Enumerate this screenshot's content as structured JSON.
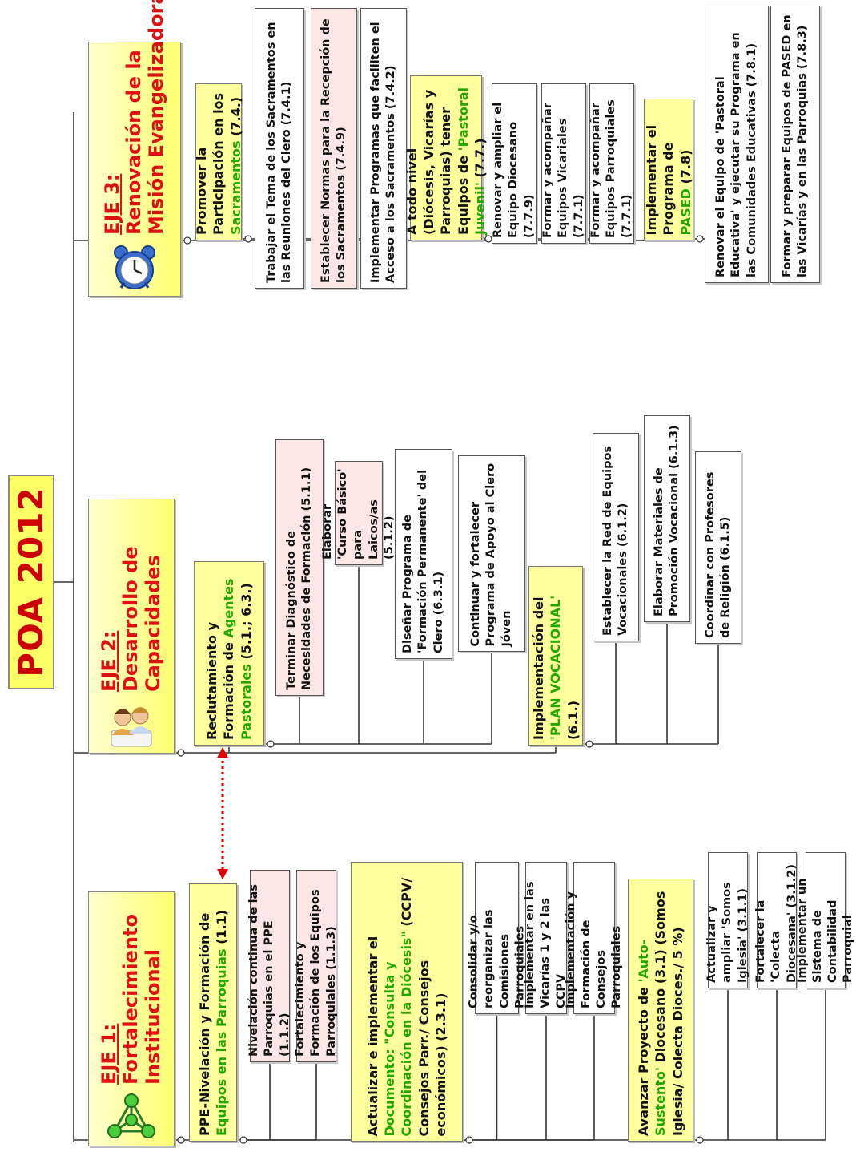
{
  "title": "POA 2012",
  "colors": {
    "title_text": "#cc0000",
    "eje_text": "#dd1111",
    "highlight": "#22a600",
    "sub_fill": "#ffff9e",
    "pink_fill": "#fde6e6"
  },
  "ejes": [
    {
      "label": "EJE 1:",
      "name_lines": [
        "Fortalecimiento",
        "Institucional"
      ],
      "icon": "molecule-icon",
      "objectives": [
        {
          "parts": [
            {
              "t": "PPE-Nivelación y Formación de "
            },
            {
              "t": "Equipos en las Parroquias",
              "g": true
            },
            {
              "t": " (1.1)"
            }
          ],
          "actions": [
            {
              "text": "Nivelación continua de las Parroquias en el PPE (1.1.2)",
              "pink": true
            },
            {
              "text": "Fortalecimiento y Formación de los Equipos Parroquiales (1.1.3)",
              "pink": true
            }
          ]
        },
        {
          "parts": [
            {
              "t": "Actualizar e implementar el "
            },
            {
              "t": "Documento: \"Consulta y Coordinación en la Diócesis\"",
              "g": true
            },
            {
              "t": " (CCPV/ Consejos Parr./ Consejos económicos) (2.3.1)"
            }
          ],
          "actions": [
            {
              "text": "Consolidar y/o reorganizar las Comisiones Parroquiales",
              "pink": false
            },
            {
              "text": "Implementar en las Vicarías 1 y 2 las CCPV",
              "pink": false
            },
            {
              "text": "Implementación y Formación de Consejos Parroquiales",
              "pink": false
            }
          ]
        },
        {
          "parts": [
            {
              "t": "Avanzar Proyecto de "
            },
            {
              "t": "'Auto-Sustento'",
              "g": true
            },
            {
              "t": " Diocesano (3.1) (Somos Iglesia/ Colecta Dioces./ 5 %)"
            }
          ],
          "actions": [
            {
              "text": "Actualizar y ampliar 'Somos Iglesia' (3.1.1)",
              "pink": false
            },
            {
              "text": "Fortalecer la 'Colecta Diocesana' (3.1.2)",
              "pink": false
            },
            {
              "text": "Implementar un Sistema de Contabilidad Parroquial",
              "pink": false
            }
          ]
        }
      ]
    },
    {
      "label": "EJE 2:",
      "name_lines": [
        "Desarrollo de",
        "Capacidades"
      ],
      "icon": "people-icon",
      "objectives": [
        {
          "parts": [
            {
              "t": "Reclutamiento y Formación de "
            },
            {
              "t": "Agentes Pastorales",
              "g": true
            },
            {
              "t": " (5.1.; 6.3.)"
            }
          ],
          "actions": [
            {
              "text": "Terminar Diagnóstico de Necesidades de Formación (5.1.1)",
              "pink": true
            },
            {
              "text": "Elaborar 'Curso Básico' para Laicos/as (5.1.2)",
              "pink": true
            },
            {
              "text": "Diseñar Programa de 'Formación Permanente' del Clero (6.3.1)",
              "pink": false
            },
            {
              "text": "Continuar y fortalecer Programa de Apoyo al Clero Jóven",
              "pink": false
            }
          ]
        },
        {
          "parts": [
            {
              "t": "Implementación del "
            },
            {
              "t": "'PLAN VOCACIONAL'",
              "g": true
            },
            {
              "t": " (6.1.)"
            }
          ],
          "actions": [
            {
              "text": "Establecer la Red de Equipos Vocacionales (6.1.2)",
              "pink": false
            },
            {
              "text": "Elaborar Materiales de Promoción Vocacional (6.1.3)",
              "pink": false
            },
            {
              "text": "Coordinar con Profesores de Religión (6.1.5)",
              "pink": false
            }
          ]
        }
      ]
    },
    {
      "label": "EJE 3:",
      "name_lines": [
        "Renovación de la",
        "Misión Evangelizadora"
      ],
      "icon": "alarm-clock-icon",
      "objectives": [
        {
          "parts": [
            {
              "t": "Promover la Participación en los "
            },
            {
              "t": "Sacramentos",
              "g": true
            },
            {
              "t": " (7.4.)"
            }
          ],
          "actions": [
            {
              "text": "Trabajar el Tema de los Sacramentos en las Reuniones del Clero (7.4.1)",
              "pink": false
            },
            {
              "text": "Establecer Normas para la Recepción de los Sacramentos (7.4.9)",
              "pink": true
            },
            {
              "text": "Implementar Programas que faciliten el Acceso a los Sacramentos (7.4.2)",
              "pink": false
            }
          ]
        },
        {
          "parts": [
            {
              "t": "A todo nivel (Diócesis, Vicarías y Parroquias) tener Equipos de "
            },
            {
              "t": "'Pastoral Juvenil'",
              "g": true
            },
            {
              "t": " (7.7.)"
            }
          ],
          "actions": [
            {
              "text": "Renovar y ampliar el Equipo Diocesano (7.7.9)",
              "pink": false
            },
            {
              "text": "Formar y acompañar Equipos Vicariales (7.7.1)",
              "pink": false
            },
            {
              "text": "Formar y acompañar Equipos Parroquiales (7.7.1)",
              "pink": false
            }
          ]
        },
        {
          "parts": [
            {
              "t": "Implementar el Programa de "
            },
            {
              "t": "PASED",
              "g": true
            },
            {
              "t": " (7.8)"
            }
          ],
          "actions": [
            {
              "text": "Renovar el Equipo de 'Pastoral Educativa' y ejecutar su Programa en las Comunidades Educativas (7.8.1)",
              "pink": false
            },
            {
              "text": "Formar y preparar Equipos de PASED en las Vicarías y en las Parroquias (7.8.3)",
              "pink": false
            }
          ]
        }
      ]
    }
  ]
}
